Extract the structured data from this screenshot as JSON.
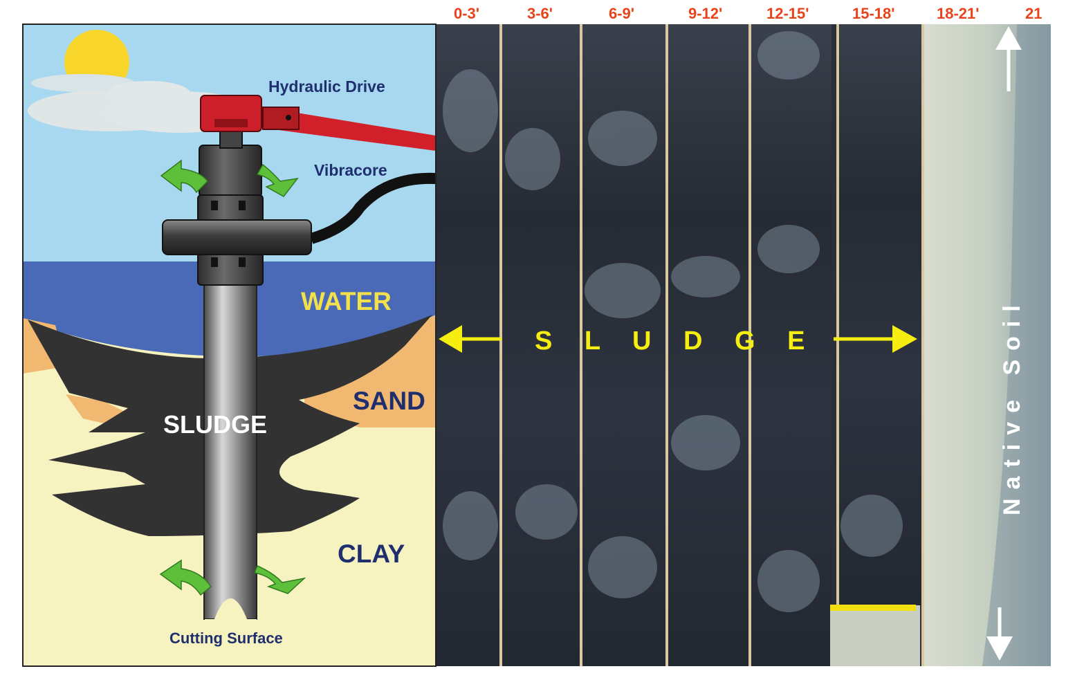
{
  "diagram": {
    "labels": {
      "hydraulic_drive": "Hydraulic Drive",
      "vibracore": "Vibracore",
      "water": "WATER",
      "sand": "SAND",
      "sludge": "SLUDGE",
      "clay": "CLAY",
      "cutting_surface": "Cutting Surface"
    },
    "colors": {
      "sky": "#a8d8f0",
      "water": "#4a6ab8",
      "sand": "#f0b870",
      "clay": "#f7f3c0",
      "sludge": "#323232",
      "drive_red": "#cc1f2a",
      "arrow_green": "#5dbf3a",
      "label_navy": "#1f2f6e",
      "water_label": "#f2e14a"
    },
    "icons": [
      "sun-icon",
      "cloud-icon",
      "rotation-arrow-icon"
    ]
  },
  "photo": {
    "depth_labels": [
      "0-3'",
      "3-6'",
      "6-9'",
      "9-12'",
      "12-15'",
      "15-18'",
      "18-21'",
      "21"
    ],
    "sludge_label": "S L U D G E",
    "native_soil_label": "Native Soil",
    "colors": {
      "depth_label": "#e8441c",
      "sludge_label": "#f5ee10",
      "core_dark": "#2a2f3a",
      "native_soil": "#c8cfc0",
      "marker": "#f2e010"
    }
  }
}
